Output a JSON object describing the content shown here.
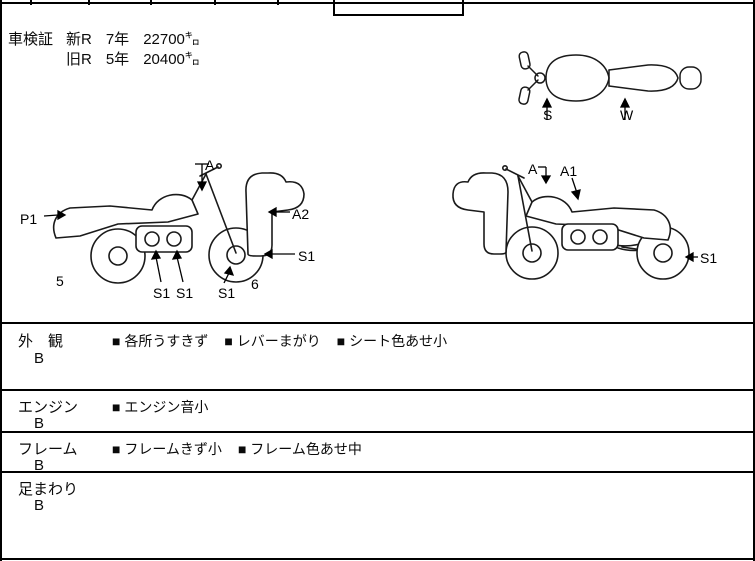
{
  "colors": {
    "ink": "#000000",
    "paper": "#ffffff"
  },
  "shaken": {
    "title": "車検証",
    "rows": [
      {
        "era": "新R",
        "year": "7年",
        "km": "22700㌔"
      },
      {
        "era": "旧R",
        "year": "5年",
        "km": "20400㌔"
      }
    ]
  },
  "diagrams": {
    "top": {
      "s": "S",
      "w": "W"
    },
    "left": {
      "a": "A",
      "p1": "P1",
      "a2": "A2",
      "s1_front": "S1",
      "n5": "5",
      "s1_under1": "S1",
      "s1_under2": "S1",
      "s1_under3": "S1",
      "n6": "6"
    },
    "right": {
      "a": "A",
      "a1": "A1",
      "s1": "S1"
    }
  },
  "sections": [
    {
      "title": "外　観",
      "grade": "B",
      "notes": [
        "■ 各所うすきず",
        "■ レバーまがり",
        "■ シート色あせ小"
      ]
    },
    {
      "title": "エンジン",
      "grade": "B",
      "notes": [
        "■ エンジン音小"
      ]
    },
    {
      "title": "フレーム",
      "grade": "B",
      "notes": [
        "■ フレームきず小",
        "■ フレーム色あせ中"
      ]
    },
    {
      "title": "足まわり",
      "grade": "B",
      "notes": []
    }
  ]
}
